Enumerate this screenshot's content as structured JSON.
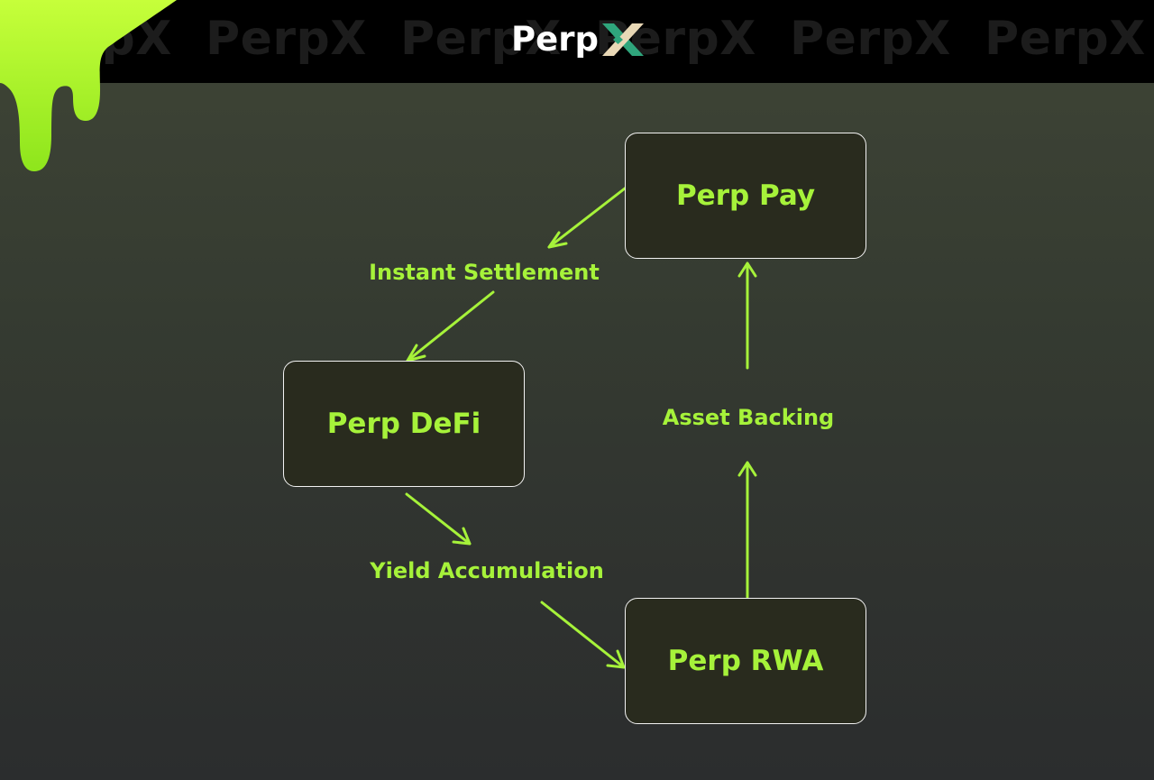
{
  "header": {
    "brand_name": "Perp",
    "logo_icon": "perpx-x-logo-icon",
    "watermark_text": [
      "PerpX",
      "PerpX",
      "PerpX",
      "PerpX",
      "PerpX",
      "PerpX"
    ]
  },
  "diagram": {
    "nodes": {
      "perp_pay": "Perp Pay",
      "perp_defi": "Perp DeFi",
      "perp_rwa": "Perp RWA"
    },
    "edges": {
      "instant_settlement": "Instant Settlement",
      "yield_accumulation": "Yield Accumulation",
      "asset_backing": "Asset Backing"
    }
  },
  "colors": {
    "accent": "#A6F23A",
    "node_fill": "#292B1E",
    "node_border": "#F2F2F2",
    "header_bg": "#000000",
    "brand_text": "#FFFFFF",
    "logo_x_green": "#2FA57C",
    "logo_x_cream": "#E9D8B6"
  }
}
